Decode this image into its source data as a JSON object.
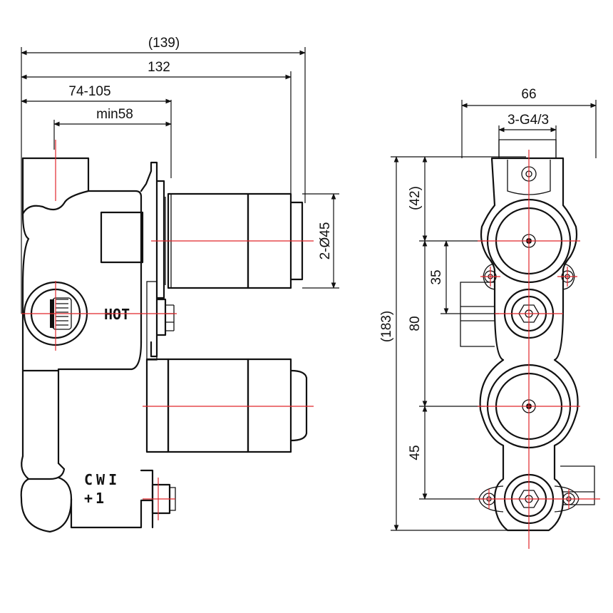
{
  "side_view": {
    "dimensions": {
      "overall_depth": "(139)",
      "body_depth": "132",
      "adjustment_range": "74-105",
      "minimum_depth": "min58",
      "cartridge_diameter": "2-Ø45"
    },
    "markings": {
      "hot": "HOT",
      "cold_line1": "CWI",
      "cold_line2": "+1"
    }
  },
  "front_view": {
    "dimensions": {
      "width": "66",
      "thread_spec": "3-G4/3",
      "top_offset": "(42)",
      "overall_height": "(183)",
      "upper_spacing": "35",
      "cartridge_spacing": "80",
      "bottom_offset": "45"
    }
  },
  "colors": {
    "outline": "#111111",
    "centerline": "#e1262a",
    "background": "#ffffff"
  }
}
